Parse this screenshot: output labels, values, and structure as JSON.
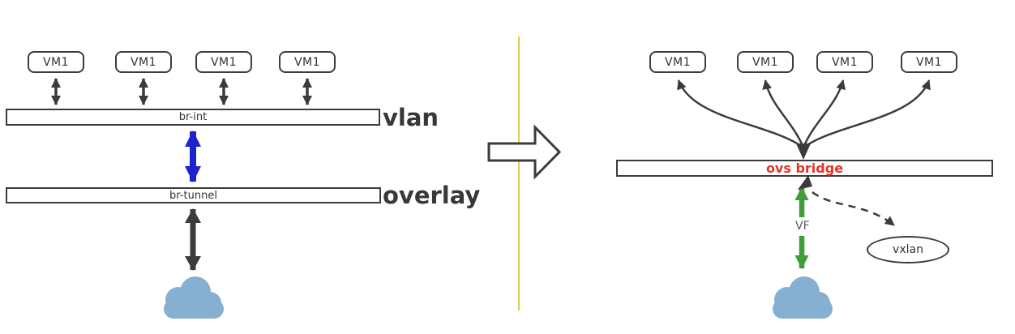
{
  "diagram": {
    "left": {
      "vms": [
        "VM1",
        "VM1",
        "VM1",
        "VM1"
      ],
      "br_int_label": "br-int",
      "br_tunnel_label": "br-tunnel",
      "vlan_label": "vlan",
      "overlay_label": "overlay"
    },
    "right": {
      "vms": [
        "VM1",
        "VM1",
        "VM1",
        "VM1"
      ],
      "bridge_label": "ovs bridge",
      "vf_label": "VF",
      "vxlan_label": "vxlan"
    },
    "colors": {
      "dark": "#3b3b3b",
      "blue": "#1b22d0",
      "green": "#3f9e39",
      "red": "#e73227",
      "yellow": "#d9cd55",
      "cloud": "#85b0d2"
    }
  }
}
